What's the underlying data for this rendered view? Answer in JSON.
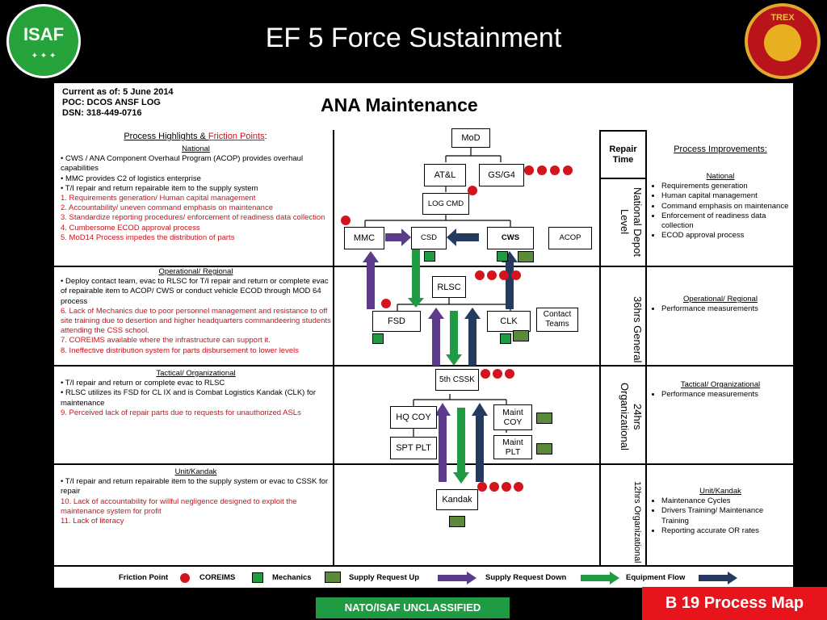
{
  "slide": {
    "title": "EF 5 Force Sustainment",
    "isaf_logo": "ISAF",
    "trex_logo": "TREX",
    "classification": "NATO/ISAF UNCLASSIFIED",
    "page_label": "B 19 Process Map"
  },
  "header": {
    "current_as_of": "Current as of: 5 June 2014",
    "poc": "POC: DCOS ANSF LOG",
    "dsn": "DSN: 318-449-0716",
    "title": "ANA Maintenance"
  },
  "left_panel": {
    "title_a": "Process Highlights & ",
    "title_b": "Friction Points",
    "title_c": ":",
    "sections": [
      {
        "heading": "National",
        "items": [
          {
            "text": "• CWS / ANA Component Overhaul Program (ACOP) provides overhaul capabilities",
            "red": false
          },
          {
            "text": "• MMC provides C2 of logistics enterprise",
            "red": false
          },
          {
            "text": "• T/I repair and return repairable item to the supply system",
            "red": false
          },
          {
            "text": "1.  Requirements generation/ Human capital management",
            "red": true
          },
          {
            "text": "2.  Accountability/ uneven command emphasis on maintenance",
            "red": true
          },
          {
            "text": "3.  Standardize reporting procedures/ enforcement of readiness data collection",
            "red": true
          },
          {
            "text": "4.  Cumbersome ECOD approval process",
            "red": true
          },
          {
            "text": "5.  MoD14 Process impedes the distribution of parts",
            "red": true
          }
        ]
      },
      {
        "heading": "Operational/ Regional",
        "items": [
          {
            "text": "• Deploy contact team, evac to RLSC for T/I repair and return or complete evac of repairable item to ACOP/ CWS or conduct vehicle ECOD through MOD 64 process",
            "red": false
          },
          {
            "text": "6.  Lack of Mechanics due to poor personnel management and resistance to off site training due to desertion and higher headquarters commandeering students attending the CSS school.",
            "red": true
          },
          {
            "text": "7.  COREIMS available where the infrastructure can support it.",
            "red": true
          },
          {
            "text": "8.  Ineffective distribution system for parts disbursement to lower levels",
            "red": true
          }
        ]
      },
      {
        "heading": "Tactical/ Organizational",
        "items": [
          {
            "text": "• T/I repair and return or complete evac to RLSC",
            "red": false
          },
          {
            "text": "• RLSC utilizes its FSD for CL IX and is Combat Logistics Kandak (CLK) for maintenance",
            "red": false
          },
          {
            "text": "9.  Perceived lack of repair parts due to requests for unauthorized ASLs",
            "red": true
          }
        ]
      },
      {
        "heading": "Unit/Kandak",
        "items": [
          {
            "text": "• T/I repair and return repairable item to the supply system or evac to CSSK for repair",
            "red": false
          },
          {
            "text": "10.  Lack of accountability for willful negligence designed to exploit the maintenance system for profit",
            "red": true
          },
          {
            "text": "11.  Lack of literacy",
            "red": true
          }
        ]
      }
    ]
  },
  "diagram": {
    "nodes": {
      "mod": "MoD",
      "atl": "AT&L",
      "gs": "GS/G4",
      "logcmd": "LOG CMD",
      "mmc": "MMC",
      "csd": "CSD",
      "cws": "CWS",
      "acop": "ACOP",
      "rlsc": "RLSC",
      "fsd": "FSD",
      "clk": "CLK",
      "contact": "Contact Teams",
      "cssk": "5th CSSK",
      "hqcoy": "HQ COY",
      "sptplt": "SPT PLT",
      "maintcoy": "Maint COY",
      "maintplt": "Maint PLT",
      "kandak": "Kandak"
    }
  },
  "repair_time": {
    "header": "Repair Time",
    "levels": [
      "National Depot Level",
      "36hrs General",
      "24hrs Organizational",
      "12hrs Organizational"
    ]
  },
  "right_panel": {
    "title": "Process Improvements:",
    "sections": [
      {
        "heading": "National",
        "items": [
          "Requirements generation",
          "Human capital management",
          "Command emphasis on maintenance",
          "Enforcement of readiness data collection",
          "ECOD approval process"
        ]
      },
      {
        "heading": "Operational/ Regional",
        "items": [
          "Performance measurements"
        ]
      },
      {
        "heading": "Tactical/ Organizational",
        "items": [
          "Performance measurements"
        ]
      },
      {
        "heading": "Unit/Kandak",
        "items": [
          "Maintenance Cycles",
          "Drivers Training/ Maintenance Training",
          "Reporting accurate OR rates"
        ]
      }
    ]
  },
  "legend": {
    "friction_point": "Friction Point",
    "coreims": "COREIMS",
    "mechanics": "Mechanics",
    "supply_request_up": "Supply Request Up",
    "supply_request_down": "Supply Request Down",
    "equipment_flow": "Equipment Flow",
    "colors": {
      "friction": "#d4141c",
      "up": "#5c3a8c",
      "down": "#1e9b43",
      "equipment": "#243a5e"
    }
  }
}
